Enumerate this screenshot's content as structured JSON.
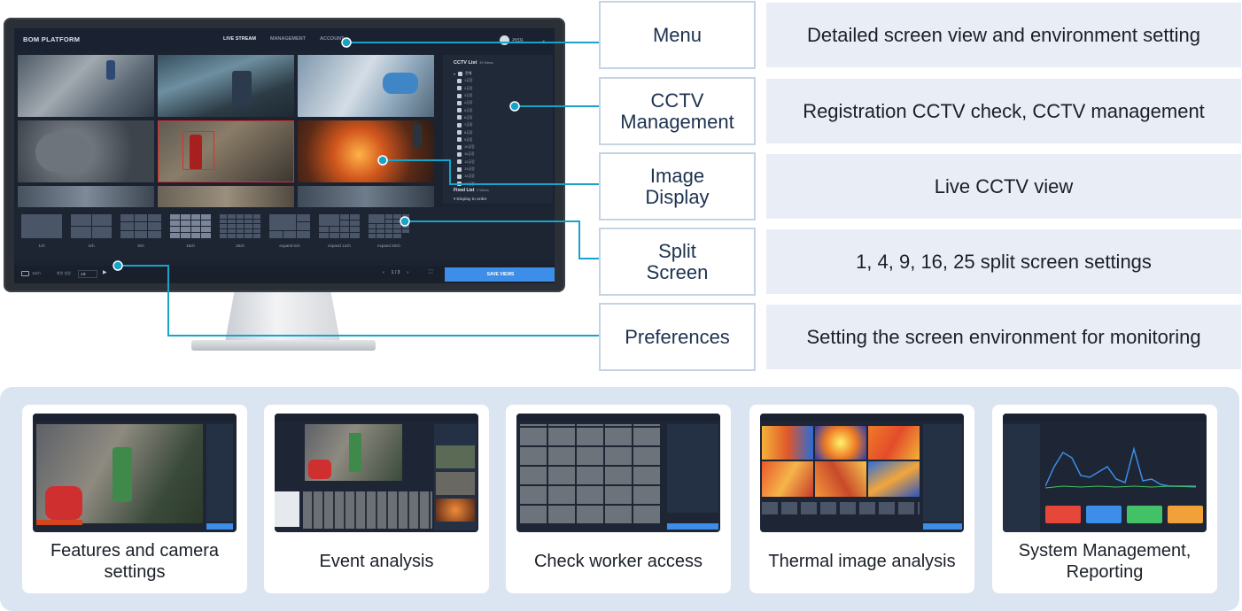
{
  "monitor": {
    "logo": "BOM PLATFORM",
    "nav": [
      "LIVE STREAM",
      "MANAGEMENT",
      "ACCOUNT"
    ],
    "user_name": "관리자",
    "cctv_panel": {
      "title": "CCTV List",
      "count": "40 Videos",
      "root": "전체",
      "items": [
        "1공장",
        "2공장",
        "3공장",
        "4공장",
        "5공장",
        "6공장",
        "7공장",
        "8공장",
        "9공장",
        "10공장",
        "11공장",
        "12공장",
        "13공장",
        "14공장",
        "15공장"
      ],
      "fixed_title": "Fixed List",
      "fixed_count": "0 Videos",
      "display_order": "Display in order"
    },
    "split_options": [
      "1ch",
      "4ch",
      "9ch",
      "16ch",
      "25ch",
      "expand 6ch",
      "expand 12ch",
      "expand 20ch"
    ],
    "selected_split": "16ch",
    "bottom": {
      "channels": "16ch",
      "screen_setting": "화면 설정",
      "select_value": "3초",
      "page": "1 / 3",
      "save_label": "SAVE VIEWS"
    }
  },
  "callouts": [
    {
      "label": "Menu",
      "description": "Detailed screen view and environment setting"
    },
    {
      "label": "CCTV Management",
      "description": "Registration CCTV check, CCTV management"
    },
    {
      "label": "Image Display",
      "description": "Live CCTV view"
    },
    {
      "label": "Split Screen",
      "description": "1, 4, 9, 16, 25 split screen settings"
    },
    {
      "label": "Preferences",
      "description": "Setting the screen environment for monitoring"
    }
  ],
  "features": [
    {
      "label": "Features and camera settings"
    },
    {
      "label": "Event analysis"
    },
    {
      "label": "Check worker access"
    },
    {
      "label": "Thermal image analysis"
    },
    {
      "label": "System Management, Reporting"
    }
  ],
  "colors": {
    "accent": "#3c8ee8",
    "connector": "#1aa3c8",
    "alert_box": "#e52a2a",
    "app_background": "#1b2230",
    "strip_background": "#dbe5f1",
    "description_background": "#e9eef6"
  }
}
